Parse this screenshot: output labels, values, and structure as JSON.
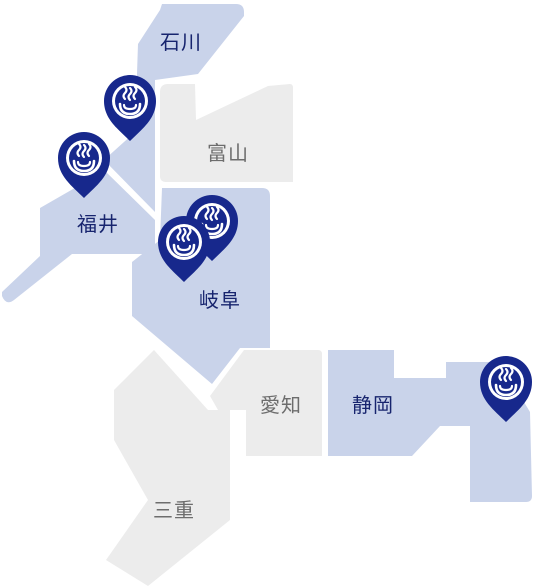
{
  "colors": {
    "active_fill": "#c9d3ea",
    "inactive_fill": "#ececec",
    "active_text": "#17246e",
    "inactive_text": "#6d6d6d",
    "pin": "#17288c"
  },
  "prefectures": {
    "ishikawa": {
      "label": "石川",
      "has_onsen": true
    },
    "toyama": {
      "label": "富山",
      "has_onsen": false
    },
    "fukui": {
      "label": "福井",
      "has_onsen": true
    },
    "gifu": {
      "label": "岐阜",
      "has_onsen": true
    },
    "aichi": {
      "label": "愛知",
      "has_onsen": false
    },
    "shizuoka": {
      "label": "静岡",
      "has_onsen": true
    },
    "mie": {
      "label": "三重",
      "has_onsen": false
    }
  },
  "pins": [
    {
      "prefecture": "石川",
      "icon": "hot-spring-icon"
    },
    {
      "prefecture": "福井",
      "icon": "hot-spring-icon"
    },
    {
      "prefecture": "岐阜",
      "icon": "hot-spring-icon"
    },
    {
      "prefecture": "岐阜",
      "icon": "hot-spring-icon"
    },
    {
      "prefecture": "静岡",
      "icon": "hot-spring-icon"
    }
  ]
}
